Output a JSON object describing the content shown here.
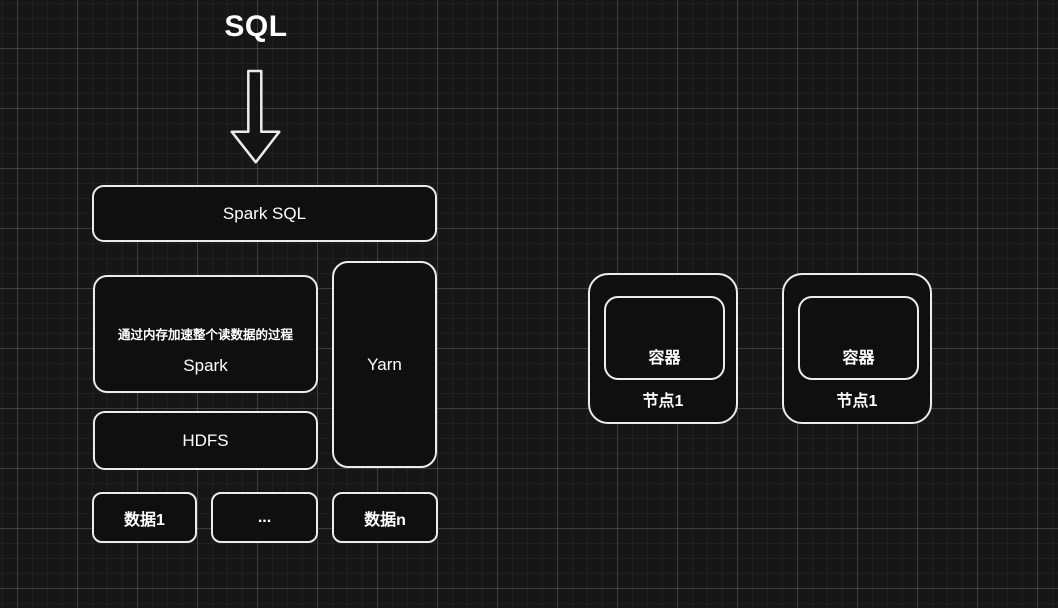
{
  "colors": {
    "background": "#161616",
    "grid_minor": "rgba(255,255,255,0.04)",
    "grid_major": "rgba(255,255,255,0.13)",
    "shape_fill": "#0f0f0f",
    "shape_border": "#ececec",
    "text": "#ffffff"
  },
  "diagram": {
    "title": "SQL",
    "arrow_icon": "down-arrow",
    "spark_sql_label": "Spark SQL",
    "spark_note": "通过内存加速整个读数据的过程",
    "spark_label": "Spark",
    "yarn_label": "Yarn",
    "hdfs_label": "HDFS",
    "data_boxes": [
      "数据1",
      "...",
      "数据n"
    ],
    "nodes": [
      {
        "container_label": "容器",
        "node_label": "节点1"
      },
      {
        "container_label": "容器",
        "node_label": "节点1"
      }
    ]
  }
}
